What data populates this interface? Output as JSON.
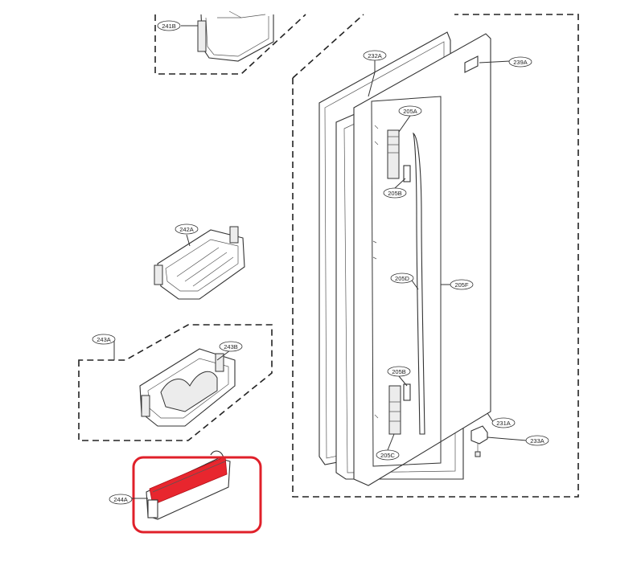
{
  "labels": {
    "l241B": "241B",
    "l232A": "232A",
    "l239A": "239A",
    "l205A": "205A",
    "l205B_top": "205B",
    "l242A": "242A",
    "l205D": "205D",
    "l205F": "205F",
    "l243A": "243A",
    "l243B": "243B",
    "l205B_bottom": "205B",
    "l231A": "231A",
    "l233A": "233A",
    "l205C": "205C",
    "l244A": "244A"
  },
  "colors": {
    "highlight_box": "#e0202a",
    "highlight_fill": "#e8262e",
    "line": "#333333"
  }
}
